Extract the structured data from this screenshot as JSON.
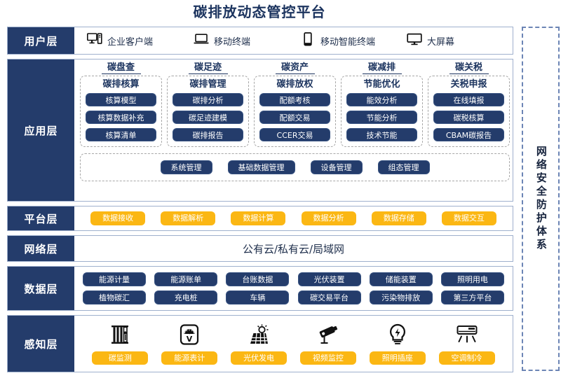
{
  "title": "碳排放动态管控平台",
  "security_column": {
    "label": "网络安全防护体系"
  },
  "layers": {
    "user": {
      "label": "用户层",
      "items": [
        {
          "icon": "desktop-tower-icon",
          "label": "企业客户端"
        },
        {
          "icon": "laptop-icon",
          "label": "移动终端"
        },
        {
          "icon": "smartphone-icon",
          "label": "移动智能终端"
        },
        {
          "icon": "monitor-icon",
          "label": "大屏幕"
        }
      ]
    },
    "application": {
      "label": "应用层",
      "columns": [
        {
          "title": "碳盘查",
          "box_title": "碳排核算",
          "items": [
            "核算模型",
            "核算数据补充",
            "核算清单"
          ]
        },
        {
          "title": "碳足迹",
          "box_title": "碳排管理",
          "items": [
            "碳排分析",
            "碳足迹建模",
            "碳排报告"
          ]
        },
        {
          "title": "碳资产",
          "box_title": "碳排放权",
          "items": [
            "配额考核",
            "配额交易",
            "CCER交易"
          ]
        },
        {
          "title": "碳减排",
          "box_title": "节能优化",
          "items": [
            "能效分析",
            "节能分析",
            "技术节能"
          ]
        },
        {
          "title": "碳关税",
          "box_title": "关税申报",
          "items": [
            "在线填报",
            "碳税核算",
            "CBAM碳报告"
          ]
        }
      ],
      "management": [
        "系统管理",
        "基础数据管理",
        "设备管理",
        "组态管理"
      ]
    },
    "platform": {
      "label": "平台层",
      "items": [
        "数据接收",
        "数据解析",
        "数据计算",
        "数据分析",
        "数据存储",
        "数据交互"
      ]
    },
    "network": {
      "label": "网络层",
      "text": "公有云/私有云/局域网"
    },
    "data": {
      "label": "数据层",
      "row1": [
        "能源计量",
        "能源账单",
        "台账数据",
        "光伏装置",
        "储能装置",
        "照明用电"
      ],
      "row2": [
        "植物碳汇",
        "充电桩",
        "车辆",
        "碳交易平台",
        "污染物排放",
        "第三方平台"
      ]
    },
    "sense": {
      "label": "感知层",
      "items": [
        {
          "icon": "carbon-sensor-icon",
          "label": "碳监测"
        },
        {
          "icon": "energy-meter-icon",
          "label": "能源表计"
        },
        {
          "icon": "solar-panel-icon",
          "label": "光伏发电"
        },
        {
          "icon": "cctv-camera-icon",
          "label": "视频监控"
        },
        {
          "icon": "lightbulb-icon",
          "label": "照明插座"
        },
        {
          "icon": "air-conditioner-icon",
          "label": "空调制冷"
        }
      ]
    }
  },
  "colors": {
    "navy": "#243c6b",
    "amber": "#fbb713",
    "title": "#1b335e",
    "dashed_border": "#6c85b5"
  }
}
